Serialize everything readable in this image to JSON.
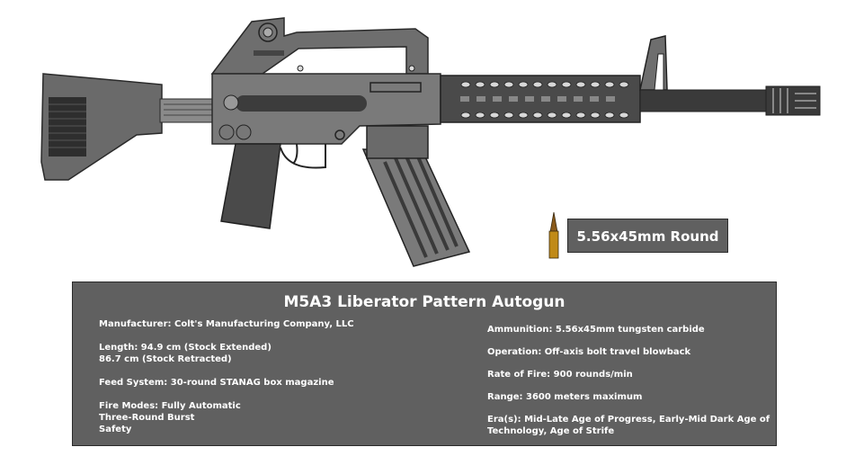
{
  "round_label": "5.56x45mm Round",
  "panel": {
    "title": "M5A3 Liberator Pattern Autogun",
    "left_specs": [
      "Manufacturer: Colt's Manufacturing Company, LLC",
      "Length: 94.9 cm (Stock Extended)\n86.7 cm (Stock Retracted)",
      "Feed System: 30-round STANAG box magazine",
      "Fire Modes: Fully Automatic\nThree-Round Burst\nSafety"
    ],
    "right_specs": [
      "Ammunition: 5.56x45mm tungsten carbide",
      "Operation: Off-axis bolt travel blowback",
      "Rate of Fire: 900 rounds/min",
      "Range: 3600 meters maximum",
      "Era(s): Mid-Late Age of Progress, Early-Mid Dark Age of Technology, Age of Strife"
    ]
  },
  "colors": {
    "panel_bg": "#606060",
    "body_gray": "#6e6e6e",
    "dark": "#3c3c3c",
    "brass": "#b8860b"
  }
}
